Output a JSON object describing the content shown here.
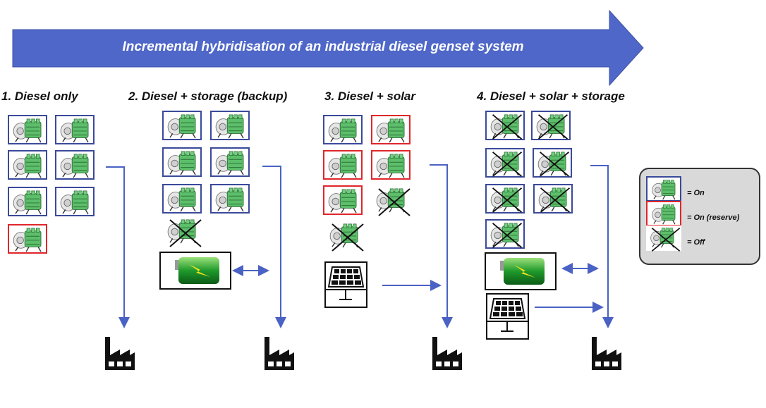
{
  "banner": {
    "text": "Incremental hybridisation of an industrial diesel genset system",
    "color": "#4f67c8"
  },
  "colors": {
    "on_border": "#3a4a9a",
    "reserve_border": "#e0262b",
    "flow_line": "#4a62c4",
    "engine_green": "#5cbf6a"
  },
  "scenarios": [
    {
      "title": "1. Diesel only",
      "gensets": [
        "on",
        "on",
        "on",
        "on",
        "on",
        "on",
        "reserve"
      ],
      "storage": false,
      "solar": false
    },
    {
      "title": "2. Diesel + storage (backup)",
      "gensets": [
        "on",
        "on",
        "on",
        "on",
        "on",
        "on",
        "off"
      ],
      "storage": true,
      "storage_flow": "bidirectional",
      "solar": false
    },
    {
      "title": "3. Diesel + solar",
      "gensets": [
        "on",
        "reserve",
        "reserve",
        "reserve",
        "reserve",
        "off",
        "off"
      ],
      "storage": false,
      "solar": true,
      "solar_flow": "to-load"
    },
    {
      "title": "4. Diesel + solar + storage",
      "gensets": [
        "off",
        "off",
        "off",
        "off",
        "off",
        "off",
        "off"
      ],
      "storage": true,
      "storage_flow": "bidirectional",
      "solar": true,
      "solar_flow": "to-load"
    }
  ],
  "legend": {
    "items": [
      {
        "state": "on",
        "label": "= On"
      },
      {
        "state": "reserve",
        "label": "= On (reserve)"
      },
      {
        "state": "off",
        "label": "= Off"
      }
    ]
  },
  "icons": {
    "genset": "diesel-engine-icon",
    "battery": "battery-icon",
    "solar": "solar-panel-icon",
    "load": "factory-icon"
  }
}
